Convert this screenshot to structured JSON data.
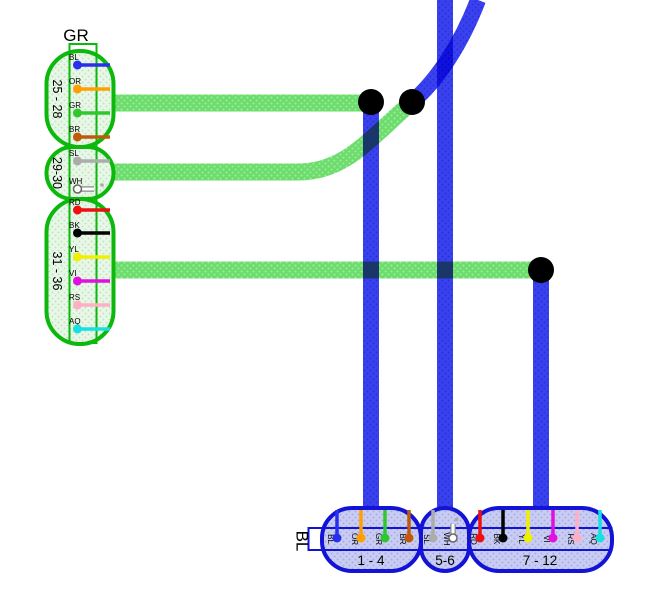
{
  "green_group": {
    "title": "GR",
    "outline_color": "#0CB80C",
    "connectors": [
      {
        "range": "25 - 28",
        "wires": [
          {
            "code": "BL",
            "color": "#2830EE"
          },
          {
            "code": "OR",
            "color": "#FFA000"
          },
          {
            "code": "GR",
            "color": "#2EC82E"
          },
          {
            "code": "BR",
            "color": "#BF5A0A"
          }
        ]
      },
      {
        "range": "29-30",
        "wires": [
          {
            "code": "SL",
            "color": "#ACACAC"
          },
          {
            "code": "WH",
            "color": "#FFFFFF"
          }
        ]
      },
      {
        "range": "31 - 36",
        "wires": [
          {
            "code": "RD",
            "color": "#EE1010"
          },
          {
            "code": "BK",
            "color": "#000000"
          },
          {
            "code": "YL",
            "color": "#F0F000"
          },
          {
            "code": "VI",
            "color": "#E010E0"
          },
          {
            "code": "RS",
            "color": "#FFAEC6"
          },
          {
            "code": "AQ",
            "color": "#18E0E0"
          }
        ]
      }
    ]
  },
  "blue_group": {
    "title": "BL",
    "outline_color": "#1313D6",
    "connectors": [
      {
        "range": "1 - 4",
        "wires": [
          {
            "code": "BL",
            "color": "#2830EE"
          },
          {
            "code": "OR",
            "color": "#FFA000"
          },
          {
            "code": "GR",
            "color": "#2EC82E"
          },
          {
            "code": "BR",
            "color": "#BF5A0A"
          }
        ]
      },
      {
        "range": "5-6",
        "wires": [
          {
            "code": "SL",
            "color": "#ACACAC"
          },
          {
            "code": "WH",
            "color": "#FFFFFF"
          }
        ]
      },
      {
        "range": "7 - 12",
        "wires": [
          {
            "code": "RD",
            "color": "#EE1010"
          },
          {
            "code": "BK",
            "color": "#000000"
          },
          {
            "code": "YL",
            "color": "#F0F000"
          },
          {
            "code": "VI",
            "color": "#E010E0"
          },
          {
            "code": "RS",
            "color": "#FFAEC6"
          },
          {
            "code": "AQ",
            "color": "#18E0E0"
          }
        ]
      }
    ]
  },
  "cables": {
    "green_color": "#6CDC6C",
    "blue_color": "#3A41F0",
    "green_count": 3,
    "blue_count": 4
  },
  "junctions": {
    "color": "#000000",
    "count": 3
  }
}
